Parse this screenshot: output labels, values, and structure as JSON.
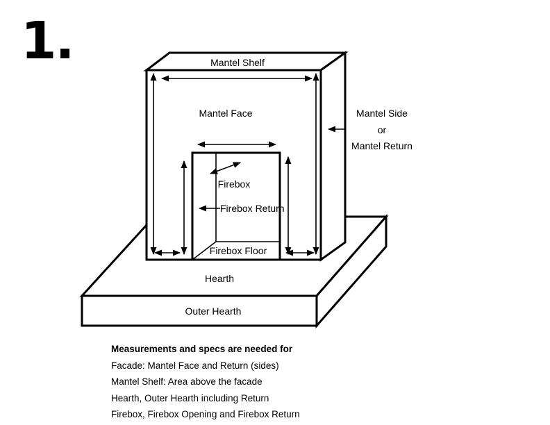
{
  "step_number": "1.",
  "labels": {
    "mantel_shelf": "Mantel Shelf",
    "mantel_face": "Mantel Face",
    "mantel_side_line1": "Mantel Side",
    "mantel_side_line2": "or",
    "mantel_side_line3": "Mantel Return",
    "firebox": "Firebox",
    "firebox_return": "Firebox Return",
    "firebox_floor": "Firebox Floor",
    "hearth": "Hearth",
    "outer_hearth": "Outer Hearth"
  },
  "notes": {
    "heading": "Measurements and specs are needed for",
    "lines": [
      "Facade: Mantel Face and Return (sides)",
      "Mantel Shelf: Area above the facade",
      "Hearth, Outer Hearth including Return",
      "Firebox, Firebox Opening and Firebox Return"
    ]
  }
}
